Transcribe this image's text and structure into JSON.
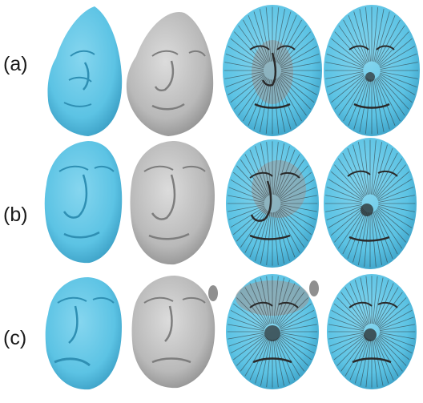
{
  "figure": {
    "row_labels": [
      "(a)",
      "(b)",
      "(c)"
    ],
    "colors": {
      "mesh_blue": "#5cc3e4",
      "mesh_blue_dark": "#2f8fb3",
      "mesh_gray": "#b9b9b9",
      "mesh_gray_dark": "#7d7d7d",
      "stripe_dark": "#2a2a2a"
    },
    "columns": [
      "partial-scan-blue",
      "full-model-gray",
      "registration-overlay",
      "deformation-field"
    ]
  }
}
